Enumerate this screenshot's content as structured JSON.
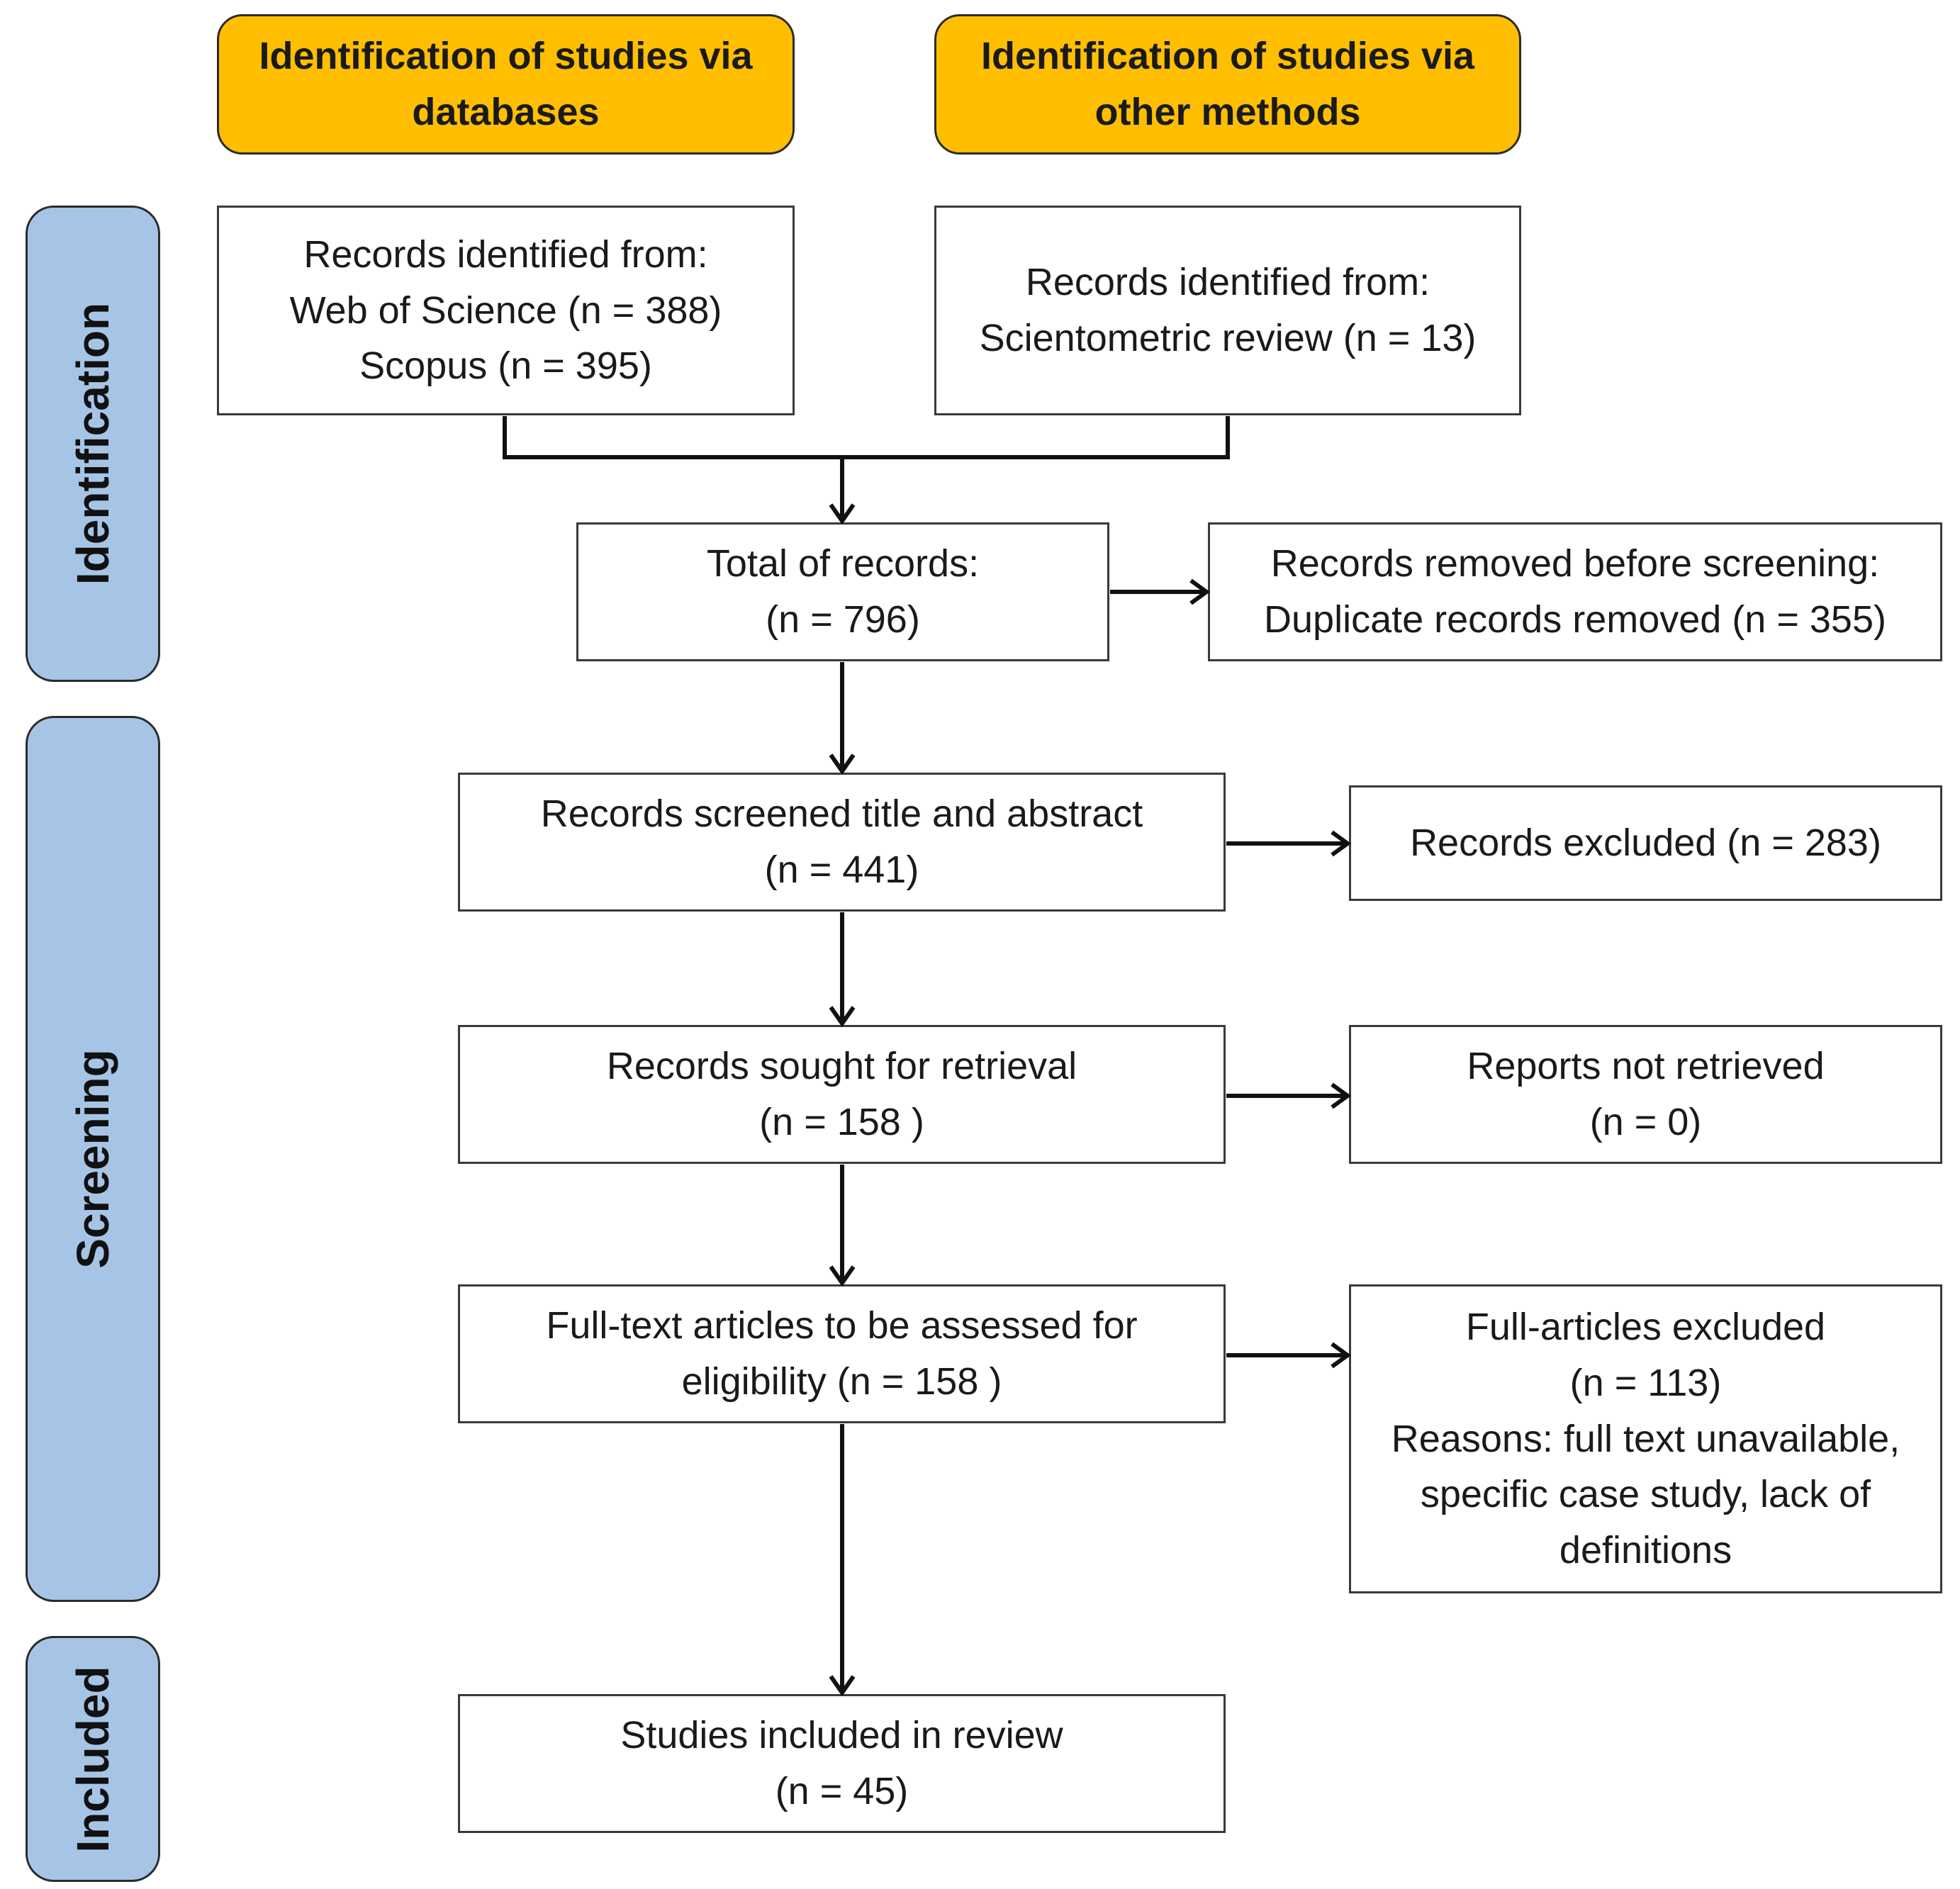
{
  "headers": {
    "databases": [
      "Identification of studies via",
      "databases"
    ],
    "other_methods": [
      "Identification of studies via",
      "other methods"
    ]
  },
  "phases": {
    "identification": "Identification",
    "screening": "Screening",
    "included": "Included"
  },
  "boxes": {
    "records_databases": [
      "Records identified from:",
      "Web of Science (n = 388)",
      "Scopus (n = 395)"
    ],
    "records_other": [
      "Records identified from:",
      "Scientometric review (n = 13)"
    ],
    "total_records": [
      "Total of records:",
      "(n = 796)"
    ],
    "removed_before_screening": [
      "Records removed before screening:",
      "Duplicate records removed  (n = 355)"
    ],
    "screened": [
      "Records screened title and abstract",
      "(n = 441)"
    ],
    "excluded": [
      "Records excluded (n = 283)"
    ],
    "sought_retrieval": [
      "Records sought for retrieval",
      "(n = 158 )"
    ],
    "not_retrieved": [
      "Reports not retrieved",
      "(n = 0)"
    ],
    "full_text_assessed": [
      "Full-text articles to be assessed for",
      "eligibility (n = 158 )"
    ],
    "full_excluded": [
      "Full-articles excluded",
      "(n = 113)",
      "Reasons: full text unavailable,",
      "specific case study, lack of",
      "definitions"
    ],
    "included": [
      "Studies included in review",
      "(n = 45)"
    ]
  },
  "colors": {
    "header_fill": "#FFBF00",
    "phase_fill": "#A6C5E6",
    "box_border": "#3a3a3a"
  }
}
